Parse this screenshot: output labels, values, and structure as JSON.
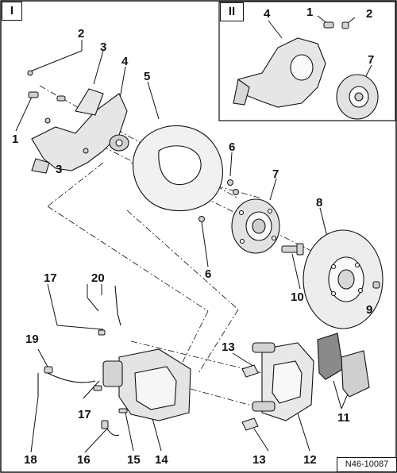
{
  "panels": {
    "main_label": "I",
    "inset_label": "II"
  },
  "callouts": {
    "c1_main": "1",
    "c2_main": "2",
    "c3_main_top": "3",
    "c3_main_bottom": "3",
    "c4_main": "4",
    "c5": "5",
    "c6_top": "6",
    "c6_bottom": "6",
    "c7_main": "7",
    "c8": "8",
    "c9": "9",
    "c10": "10",
    "c11": "11",
    "c12": "12",
    "c13_top": "13",
    "c13_bottom": "13",
    "c14": "14",
    "c15": "15",
    "c16": "16",
    "c17_top": "17",
    "c17_bottom": "17",
    "c18": "18",
    "c19": "19",
    "c20": "20",
    "c4_inset": "4",
    "c1_inset": "1",
    "c2_inset": "2",
    "c7_inset": "7"
  },
  "document_id": "N46-10087"
}
